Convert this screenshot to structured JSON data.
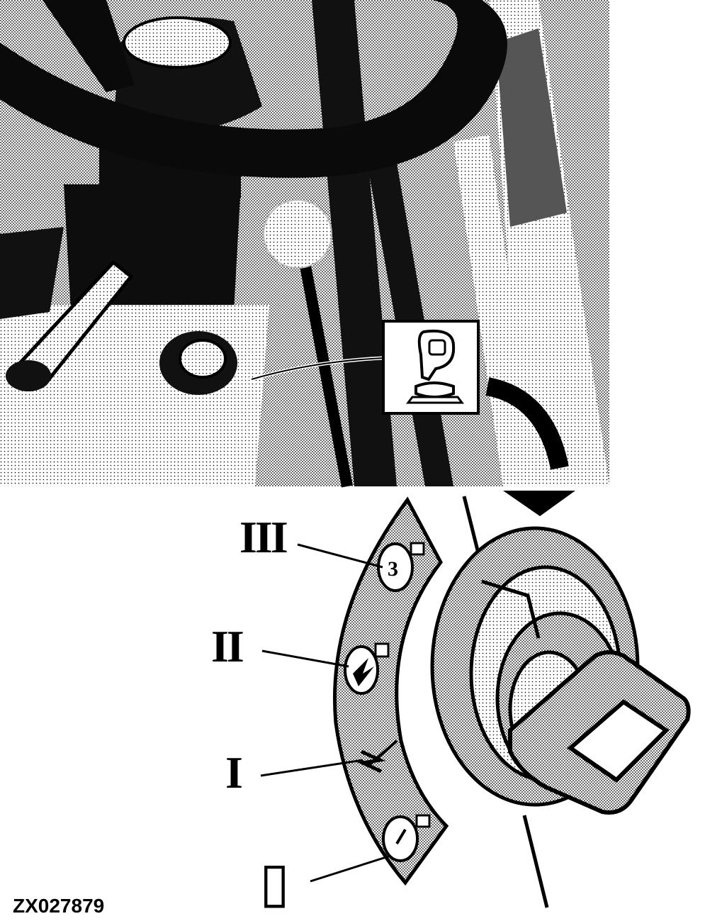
{
  "labels": {
    "pos_3": "III",
    "pos_2": "II",
    "pos_1": "I",
    "pos_0": "▯"
  },
  "figure_code": "ZX027879",
  "icons": [
    "key-switch-icon",
    "glow-plug-icon",
    "lightning-icon",
    "bulb-icon"
  ],
  "colors": {
    "ink": "#000000",
    "paper": "#ffffff",
    "halftone": "#bdbdbd"
  }
}
